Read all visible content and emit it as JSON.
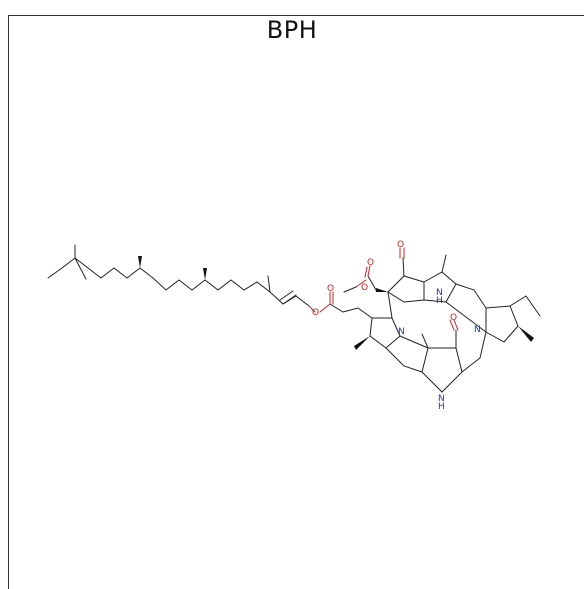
{
  "title": "BPH",
  "atoms": {
    "o_ketone": "O",
    "o_ester_carbonyl": "O",
    "o_ester_single": "O",
    "o_chain_carbonyl": "O",
    "o_chain_ester": "O",
    "o_acetyl": "O",
    "n_pyrrole_top": "N",
    "n_pyrrole_top_h": "H",
    "n_left": "N",
    "n_right": "N",
    "n_pyrrole_bottom": "N",
    "n_pyrrole_bottom_h": "H"
  },
  "colors": {
    "bond": "#222222",
    "oxygen": "#cc2222",
    "nitrogen": "#2233cc",
    "atom_label": "#6abf4b"
  }
}
